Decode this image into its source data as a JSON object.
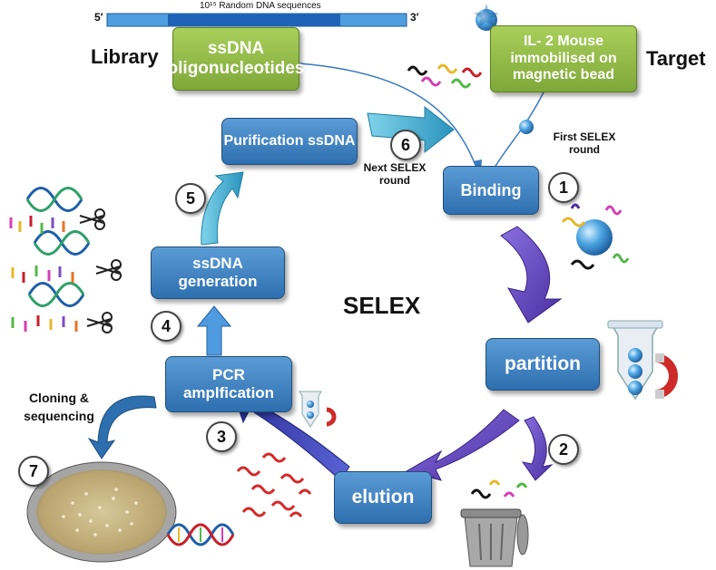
{
  "library": {
    "bar_label": "10¹⁵ Random DNA sequences",
    "end5": "5′",
    "end3": "3′",
    "title": "Library",
    "box_label": "ssDNA oligonucleotides"
  },
  "target": {
    "title": "Target",
    "box_label": "IL- 2 Mouse immobilised on magnetic bead"
  },
  "steps": {
    "binding": "Binding",
    "partition": "partition",
    "elution": "elution",
    "pcr": "PCR amplfication",
    "ssdna_gen": "ssDNA generation",
    "purification": "Purification ssDNA"
  },
  "numbers": [
    "1",
    "2",
    "3",
    "4",
    "5",
    "6",
    "7"
  ],
  "notes": {
    "first_round": "First SELEX round",
    "next_round": "Next SELEX round",
    "cloning": "Cloning & sequencing",
    "center": "SELEX"
  },
  "colors": {
    "box_blue": "#2e6fb0",
    "box_green": "#8fbb45",
    "arrow_purple": "#5b3fb5",
    "arrow_cyan": "#35a7c9",
    "arrow_navy": "#3136a6"
  }
}
